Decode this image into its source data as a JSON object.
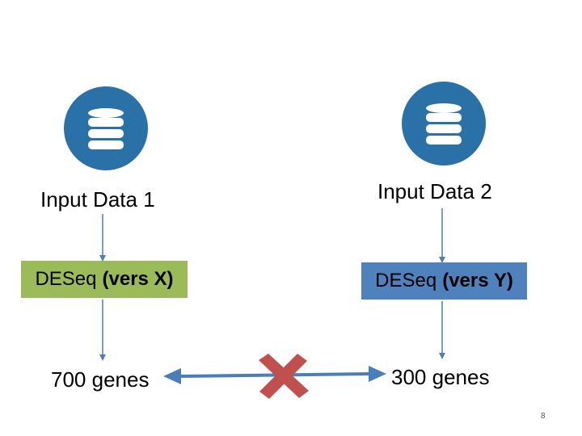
{
  "left": {
    "input_label": "Input Data 1",
    "process_name": "DESeq",
    "process_version": "(vers X)",
    "result": "700 genes",
    "color": "#9bbb59"
  },
  "right": {
    "input_label": "Input Data 2",
    "process_name": "DESeq",
    "process_version": "(vers Y)",
    "result": "300 genes",
    "color": "#4f81bd"
  },
  "icons": {
    "database": "database-icon",
    "mismatch": "cross-mark-icon"
  },
  "colors": {
    "icon_circle": "#2a71a8",
    "arrow": "#4a7ebb",
    "cross": "#c0504d"
  },
  "page_number": "8"
}
